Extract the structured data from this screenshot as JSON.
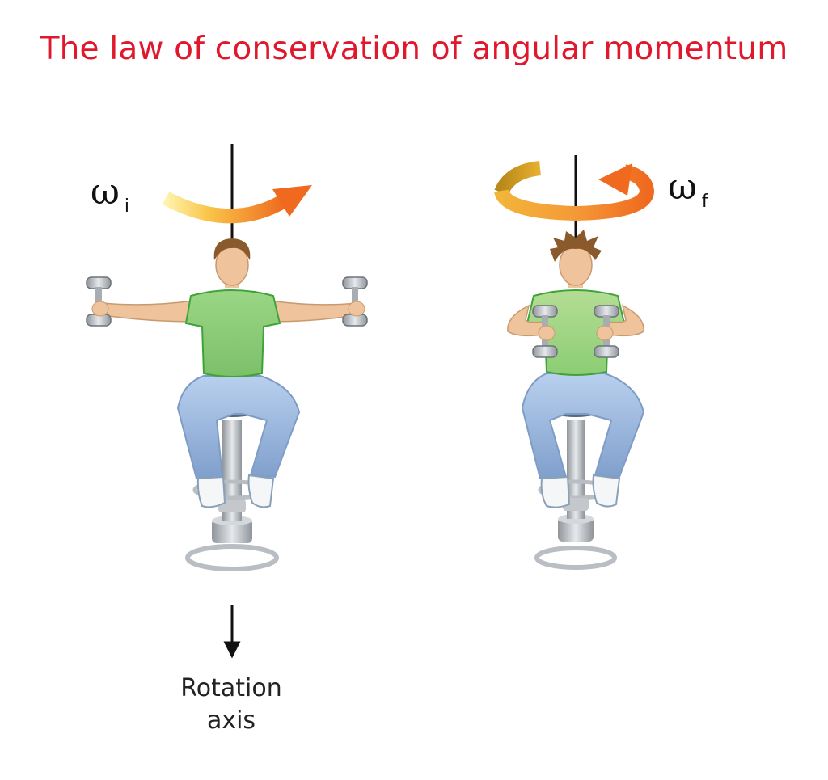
{
  "title": "The law of conservation of angular momentum",
  "omega_initial": {
    "symbol": "ω",
    "subscript": "i"
  },
  "omega_final": {
    "symbol": "ω",
    "subscript": "f"
  },
  "axis_label": {
    "line1": "Rotation",
    "line2": "axis"
  },
  "colors": {
    "title": "#e0182d",
    "arrow_start": "#ffe070",
    "arrow_end": "#ef6a1f",
    "shirt": "#8fd07a",
    "jeans": "#a7c2e4",
    "skin": "#efc39b",
    "hair": "#8a5a2c",
    "metal": "#b9bec4"
  }
}
